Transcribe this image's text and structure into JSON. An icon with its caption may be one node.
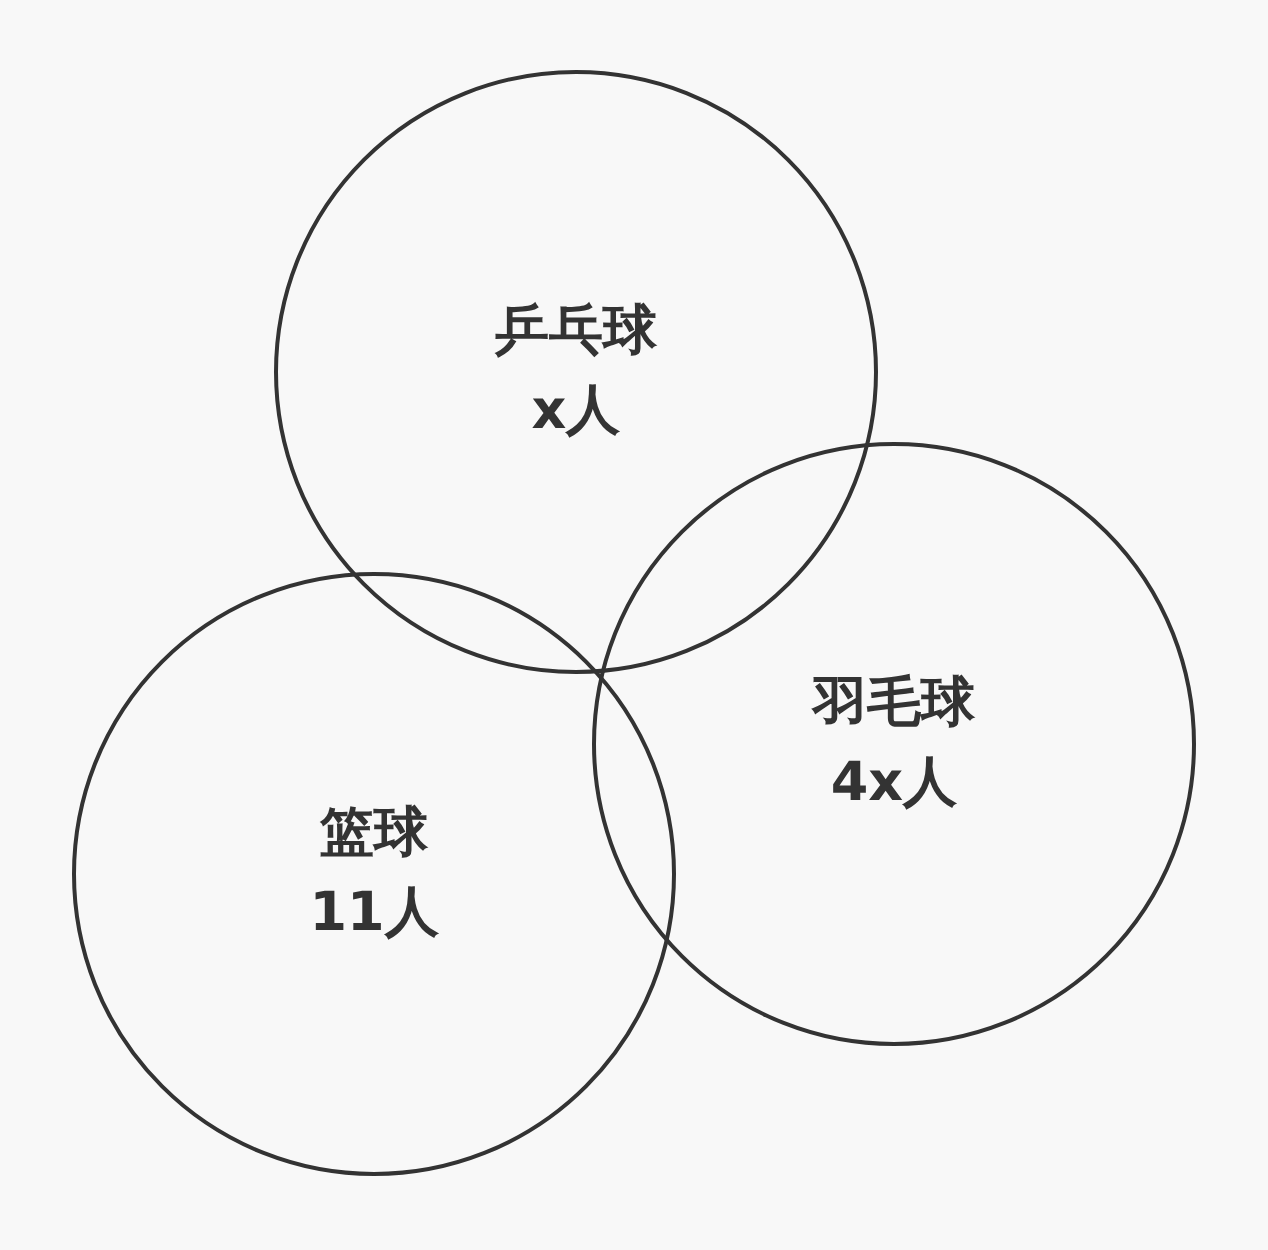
{
  "diagram": {
    "nodes": [
      {
        "text": [
          "乒乓球",
          "x人"
        ]
      },
      {
        "text": [
          "羽毛球",
          "4x人"
        ]
      },
      {
        "text": [
          "篮球",
          "11人"
        ]
      }
    ]
  }
}
